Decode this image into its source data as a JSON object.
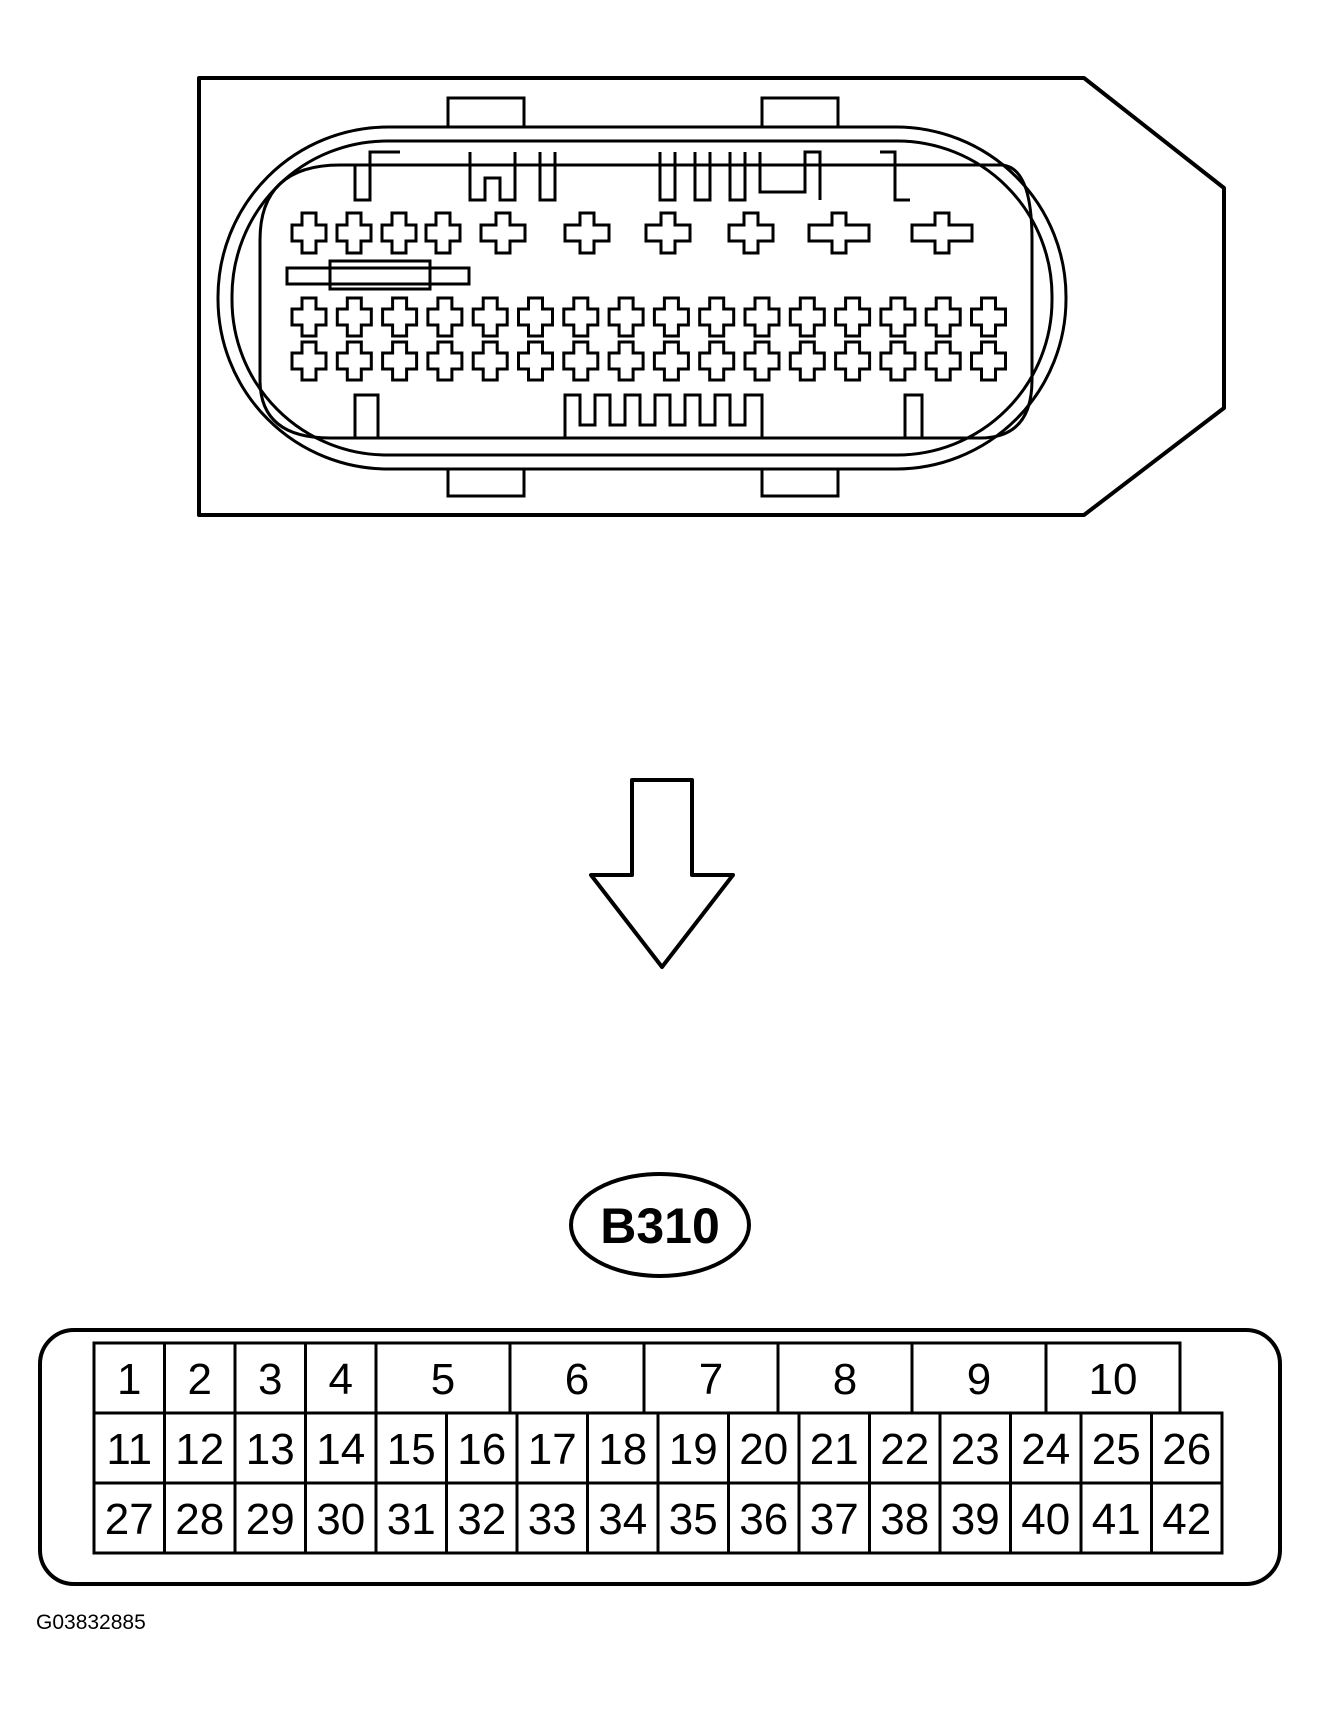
{
  "connector": {
    "id": "B310",
    "row1_pins": [
      "1",
      "2",
      "3",
      "4",
      "5",
      "6",
      "7",
      "8",
      "9",
      "10"
    ],
    "row2_pins": [
      "11",
      "12",
      "13",
      "14",
      "15",
      "16",
      "17",
      "18",
      "19",
      "20",
      "21",
      "22",
      "23",
      "24",
      "25",
      "26"
    ],
    "row3_pins": [
      "27",
      "28",
      "29",
      "30",
      "31",
      "32",
      "33",
      "34",
      "35",
      "36",
      "37",
      "38",
      "39",
      "40",
      "41",
      "42"
    ]
  },
  "figure_id": "G03832885"
}
